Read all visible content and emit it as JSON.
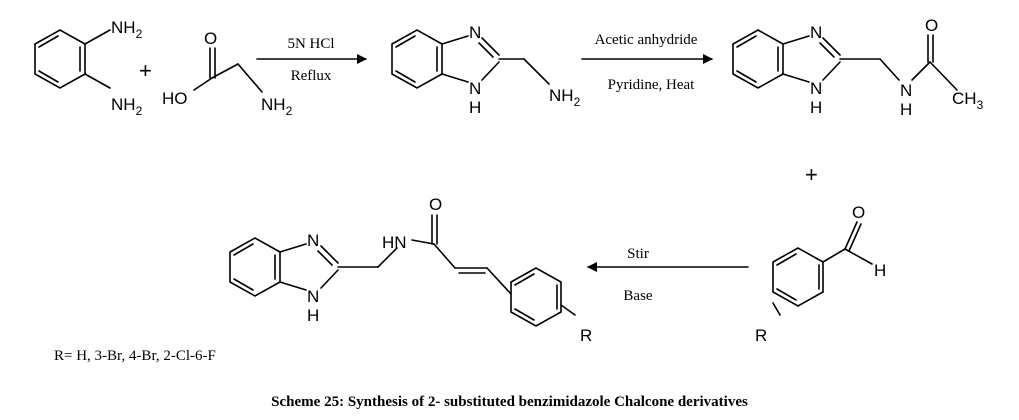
{
  "reagents": {
    "amine1": "NH",
    "amine2": "NH",
    "ho": "HO",
    "o1": "O",
    "nh2_glycine": "NH",
    "plus1": "+",
    "plus2": "+"
  },
  "step1": {
    "above": "5N HCl",
    "below": "Reflux"
  },
  "intermediate1": {
    "n": "N",
    "nh": "N",
    "h": "H",
    "nh2": "NH"
  },
  "step2": {
    "above": "Acetic anhydride",
    "below": "Pyridine, Heat"
  },
  "intermediate2": {
    "n": "N",
    "nh": "N",
    "h": "H",
    "o": "O",
    "amide_n": "N",
    "amide_h": "H",
    "ch3": "CH"
  },
  "aldehyde": {
    "o": "O",
    "h": "H",
    "r": "R"
  },
  "step3": {
    "above": "Stir",
    "below": "Base"
  },
  "product": {
    "n": "N",
    "nh": "N",
    "h": "H",
    "hn": "HN",
    "o": "O",
    "r": "R"
  },
  "subscript": "2",
  "subscript3": "3",
  "r_groups": "R= H, 3-Br, 4-Br, 2-Cl-6-F",
  "caption": "Scheme 25: Synthesis of 2- substituted benzimidazole Chalcone derivatives"
}
